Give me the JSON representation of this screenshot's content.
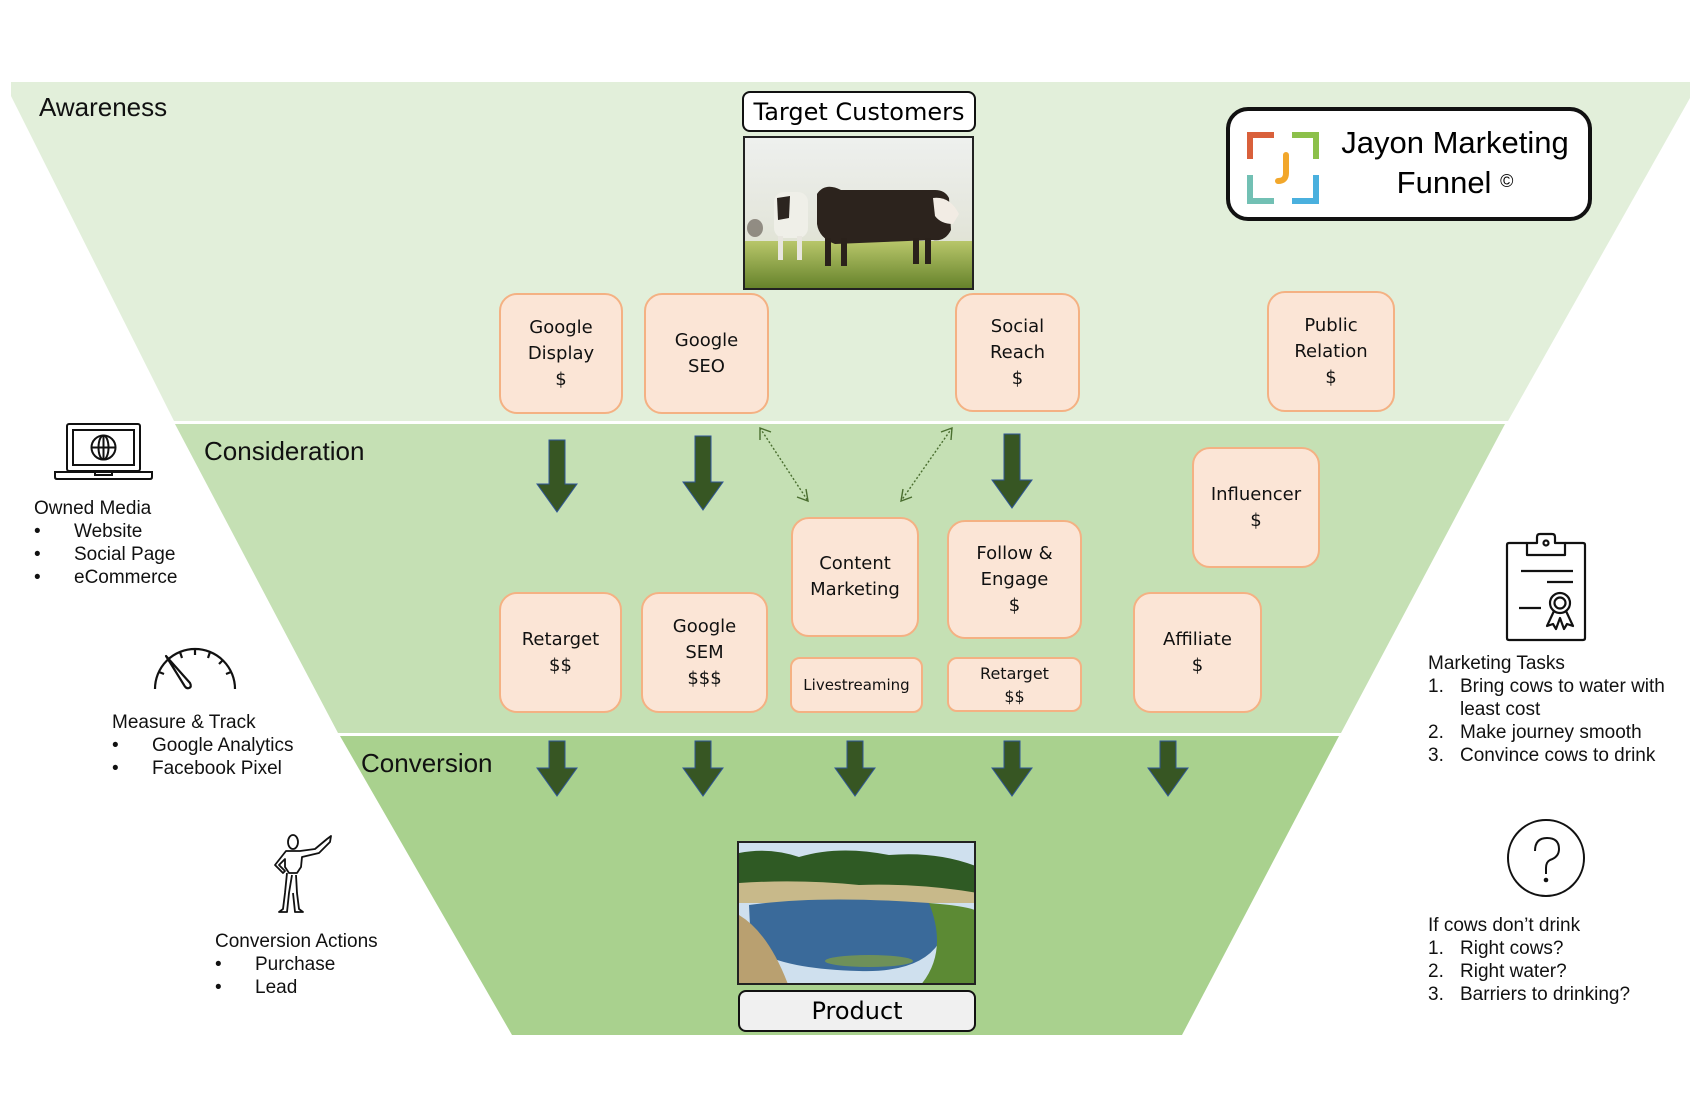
{
  "title": {
    "line1": "Jayon Marketing",
    "line2": "Funnel",
    "copyright_mark": "©",
    "logo_icon": "jayon-bracket-j-logo",
    "logo_colors": {
      "top_left": "#d9603b",
      "top_right": "#8cc04a",
      "bottom_left": "#72c0b4",
      "bottom_right": "#4ab0de",
      "letter_j": "#f2a72b"
    }
  },
  "colors": {
    "awareness": "#e2efda",
    "consideration": "#c5e0b4",
    "conversion": "#a9d18e",
    "node_fill": "#fbe5d6",
    "node_border": "#f4b183",
    "arrow_fill": "#375623",
    "arrow_outline": "#2f5597"
  },
  "stages": {
    "awareness": "Awareness",
    "consideration": "Consideration",
    "conversion": "Conversion"
  },
  "top_image": {
    "label": "Target Customers",
    "image_description": "cows-in-pasture-photo"
  },
  "bottom_image": {
    "label": "Product",
    "image_description": "pond-water-photo"
  },
  "awareness_nodes": [
    {
      "lines": [
        "Google",
        "Display",
        "$"
      ]
    },
    {
      "lines": [
        "Google",
        "SEO"
      ]
    },
    {
      "lines": [
        "Social",
        "Reach",
        "$"
      ]
    },
    {
      "lines": [
        "Public",
        "Relation",
        "$"
      ]
    }
  ],
  "consideration_nodes": [
    {
      "lines": [
        "Influencer",
        "$"
      ]
    },
    {
      "lines": [
        "Content",
        "Marketing"
      ]
    },
    {
      "lines": [
        "Follow &",
        "Engage",
        "$"
      ]
    },
    {
      "lines": [
        "Retarget",
        "$$"
      ]
    },
    {
      "lines": [
        "Google",
        "SEM",
        "$$$"
      ]
    },
    {
      "lines": [
        "Livestreaming"
      ]
    },
    {
      "lines": [
        "Retarget",
        "$$"
      ]
    },
    {
      "lines": [
        "Affiliate",
        "$"
      ]
    }
  ],
  "left_panels": {
    "owned_media": {
      "icon": "laptop-globe-icon",
      "heading": "Owned Media",
      "items": [
        "Website",
        "Social Page",
        "eCommerce"
      ],
      "bullet": "•"
    },
    "measure_track": {
      "icon": "gauge-icon",
      "heading": "Measure & Track",
      "items": [
        "Google Analytics",
        "Facebook Pixel"
      ],
      "bullet": "•"
    },
    "conversion_actions": {
      "icon": "figure-pointing-icon",
      "heading": "Conversion Actions",
      "items": [
        "Purchase",
        "Lead"
      ],
      "bullet": "•"
    }
  },
  "right_panels": {
    "marketing_tasks": {
      "icon": "clipboard-certificate-icon",
      "heading": "Marketing Tasks",
      "items": [
        {
          "num": "1.",
          "text": "Bring cows to water with least cost"
        },
        {
          "num": "2.",
          "text": "Make journey smooth"
        },
        {
          "num": "3.",
          "text": "Convince cows to drink"
        }
      ]
    },
    "if_not_drink": {
      "icon": "question-circle-icon",
      "heading": "If cows don’t drink",
      "items": [
        {
          "num": "1.",
          "text": "Right cows?"
        },
        {
          "num": "2.",
          "text": "Right water?"
        },
        {
          "num": "3.",
          "text": "Barriers to drinking?"
        }
      ]
    }
  }
}
